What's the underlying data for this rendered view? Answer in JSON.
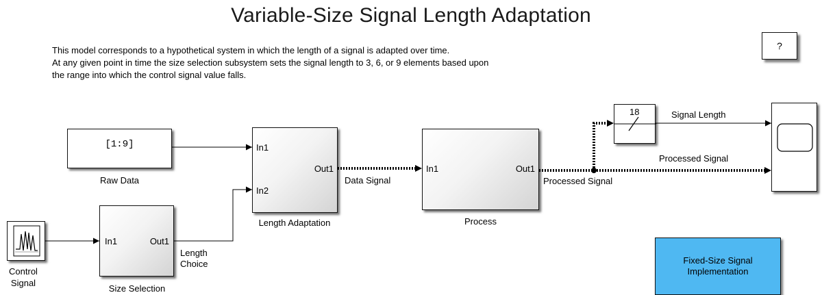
{
  "title": "Variable-Size Signal Length Adaptation",
  "help_button": "?",
  "description": [
    "This model corresponds to a  hypothetical system in which the length of a signal is adapted over time.",
    "At any given  point in time the size selection subsystem sets the signal length to 3, 6, or 9  elements based upon",
    "the range into which the control signal value falls."
  ],
  "blocks": {
    "raw_data": {
      "value": "[1:9]",
      "name": "Raw Data"
    },
    "control_signal": {
      "name_line1": "Control",
      "name_line2": "Signal"
    },
    "size_selection": {
      "in": "In1",
      "out": "Out1",
      "name": "Size Selection"
    },
    "length_adaptation": {
      "in1": "In1",
      "in2": "In2",
      "out": "Out1",
      "name": "Length Adaptation"
    },
    "process": {
      "in": "In1",
      "out": "Out1",
      "name": "Process"
    },
    "width": {
      "value": "18"
    },
    "fixed_size": {
      "line1": "Fixed-Size Signal",
      "line2": "Implementation"
    }
  },
  "signals": {
    "length_choice_1": "Length",
    "length_choice_2": "Choice",
    "data_signal": "Data Signal",
    "processed_signal_out": "Processed Signal",
    "signal_length": "Signal Length",
    "processed_signal_in": "Processed Signal"
  },
  "colors": {
    "fixed_block": "#4fb8f2",
    "wire": "#000000"
  }
}
